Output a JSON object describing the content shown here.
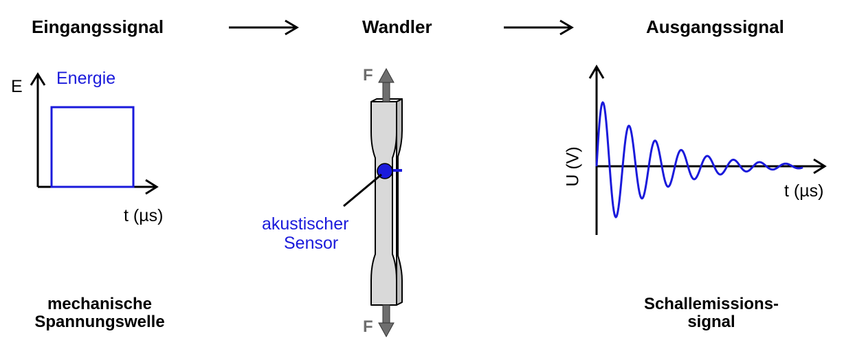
{
  "headers": {
    "input": "Eingangssignal",
    "transducer": "Wandler",
    "output": "Ausgangssignal"
  },
  "input_plot": {
    "y_label": "E",
    "x_label": "t (µs)",
    "pulse_label": "Energie"
  },
  "specimen": {
    "force_top": "F",
    "force_bottom": "F",
    "sensor_line1": "akustischer",
    "sensor_line2": "Sensor"
  },
  "output_plot": {
    "y_label": "U (V)",
    "x_label": "t (µs)"
  },
  "captions": {
    "left_line1": "mechanische",
    "left_line2": "Spannungswelle",
    "right_line1": "Schallemissions-",
    "right_line2": "signal"
  },
  "colors": {
    "signal": "#1a1adb",
    "specimen_fill": "#d9d9d9",
    "force_arrow": "#6e6e6e"
  }
}
